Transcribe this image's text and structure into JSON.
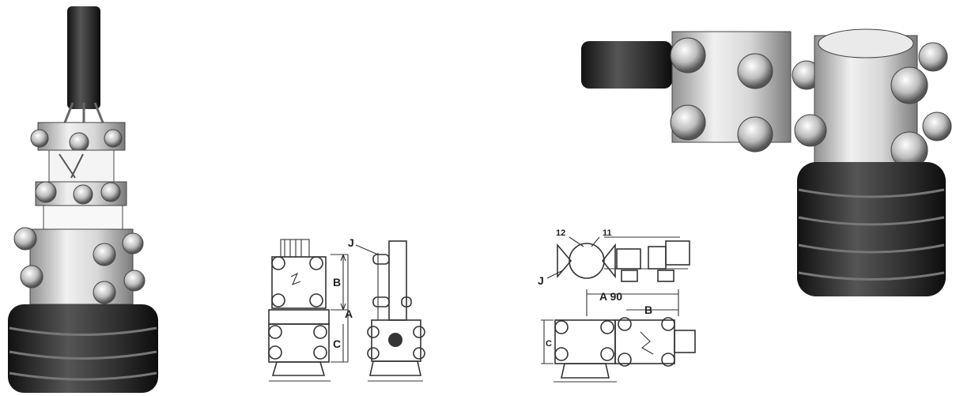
{
  "figures": {
    "vertical_drawing": {
      "labels": {
        "j": "J",
        "b": "B",
        "a": "A",
        "c": "C"
      }
    },
    "horizontal_drawing": {
      "labels": {
        "dim1": "12",
        "dim2": "11",
        "j": "J",
        "a": "A 90",
        "b": "B",
        "c": "C"
      }
    }
  },
  "colors": {
    "ink": "#333333",
    "dark_rubber": "#2a2a2a",
    "metal": "#bdbdbd",
    "metal_light": "#e6e6e6"
  }
}
